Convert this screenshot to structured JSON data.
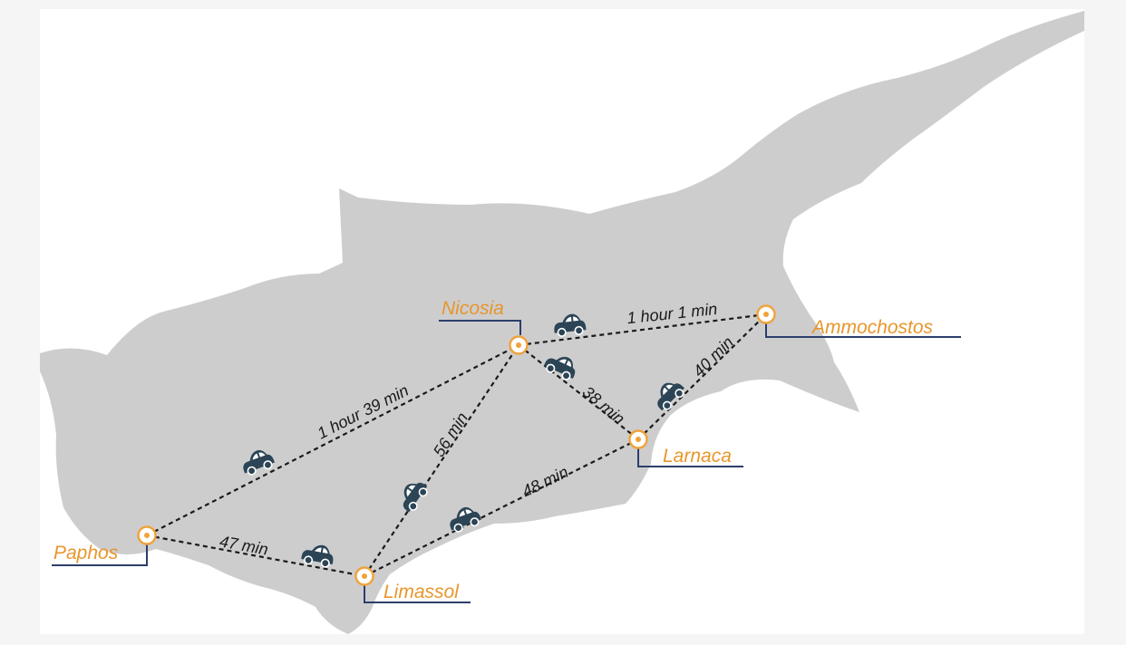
{
  "colors": {
    "background": "#f5f5f5",
    "panel": "#ffffff",
    "island": "#cdcdce",
    "marker": "#f0a23a",
    "city_text": "#e8962a",
    "leader_line": "#2c3e6b",
    "car": "#2c4556",
    "route": "#1a1a1a"
  },
  "icons": {
    "city_marker": "target-icon",
    "vehicle": "car-icon"
  },
  "cities": {
    "nicosia": "Nicosia",
    "ammochostos": "Ammochostos",
    "larnaca": "Larnaca",
    "limassol": "Limassol",
    "paphos": "Paphos"
  },
  "routes": {
    "nicosia_ammochostos": "1 hour 1 min",
    "paphos_nicosia": "1 hour 39 min",
    "limassol_nicosia": "56 min",
    "nicosia_larnaca": "38 min",
    "larnaca_ammochostos": "40 min",
    "limassol_larnaca": "48 min",
    "paphos_limassol": "47 min"
  }
}
